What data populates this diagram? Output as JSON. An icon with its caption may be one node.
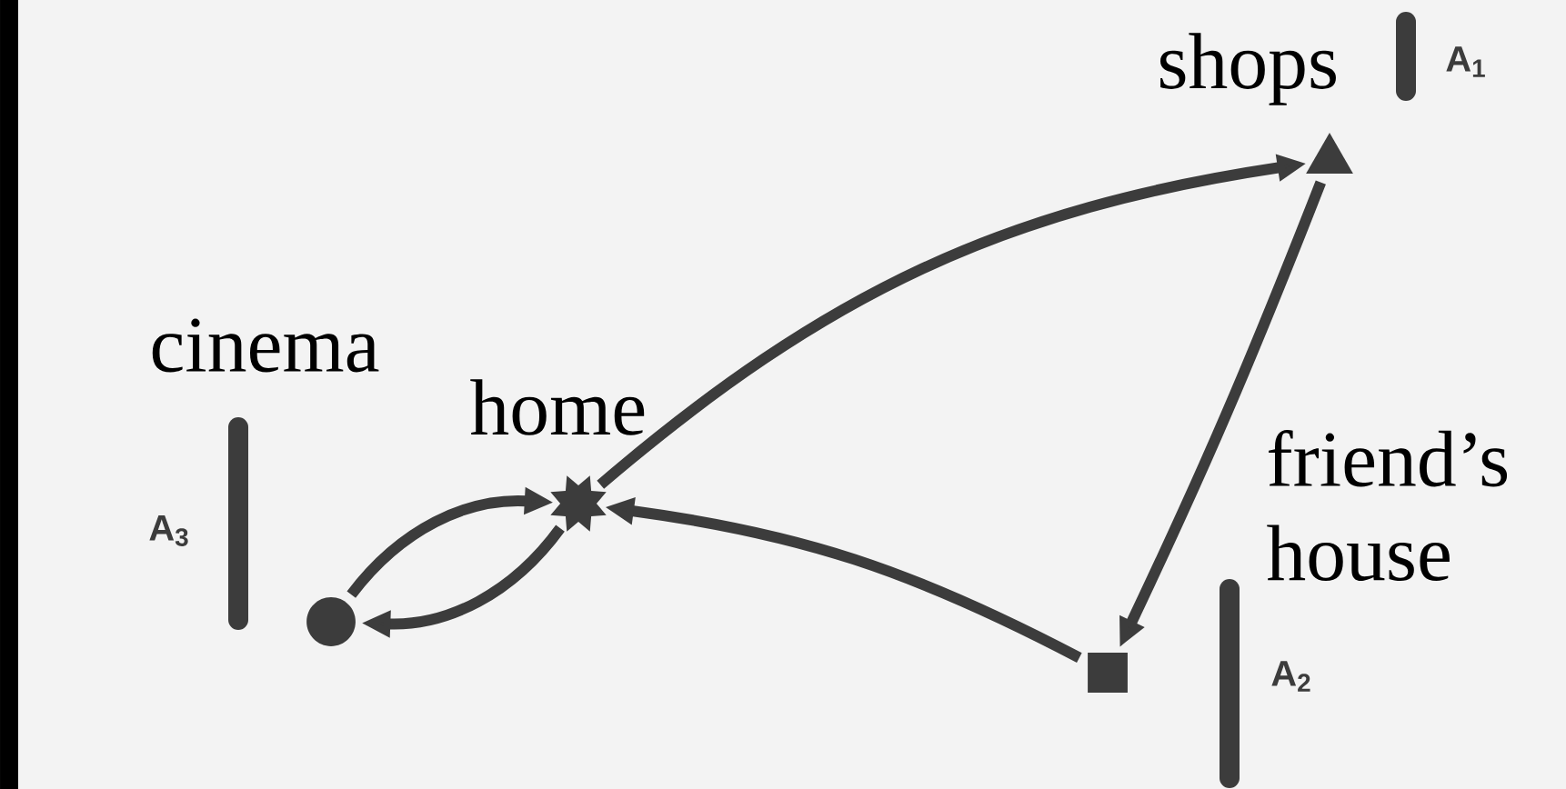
{
  "diagram": {
    "nodes": [
      {
        "text": [
          "home"
        ]
      },
      {
        "text": [
          "shops"
        ],
        "beside": [
          "A$_{1}$"
        ]
      },
      {
        "text": [
          "friend’s house"
        ],
        "beside": [
          "A$_{2}$"
        ]
      },
      {
        "text": [
          "cinema"
        ],
        "beside": [
          "A$_{3}$"
        ]
      }
    ],
    "edges": [
      {
        "from": 0,
        "to": 1,
        "arrow": "to"
      },
      {
        "from": 1,
        "to": 2,
        "arrow": "to"
      },
      {
        "from": 2,
        "to": 0,
        "arrow": "to"
      },
      {
        "from": 3,
        "to": 0,
        "arrow": "to"
      },
      {
        "from": 0,
        "to": 3,
        "arrow": "to"
      }
    ]
  }
}
